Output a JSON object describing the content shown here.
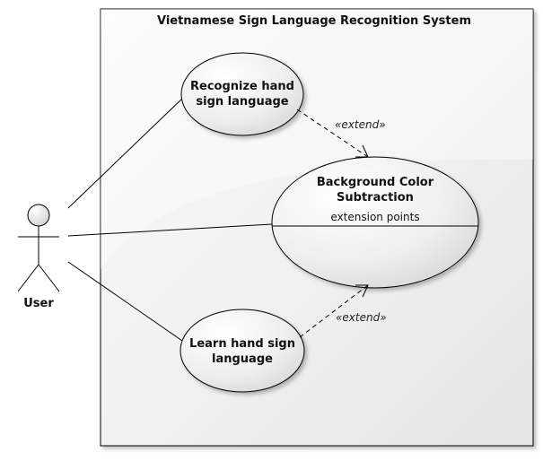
{
  "system": {
    "title": "Vietnamese Sign Language Recognition System"
  },
  "actor": {
    "name": "User"
  },
  "use_cases": {
    "recognize": {
      "line1": "Recognize hand",
      "line2": "sign language"
    },
    "background": {
      "line1": "Background Color",
      "line2": "Subtraction",
      "compartment": "extension points"
    },
    "learn": {
      "line1": "Learn hand sign",
      "line2": "language"
    }
  },
  "relations": {
    "extend_top": "«extend»",
    "extend_bottom": "«extend»"
  },
  "colors": {
    "stroke": "#000000",
    "system_fill": "#f4f4f4",
    "usecase_fill_light": "#ffffff",
    "usecase_fill_dark": "#d9d9d9"
  }
}
